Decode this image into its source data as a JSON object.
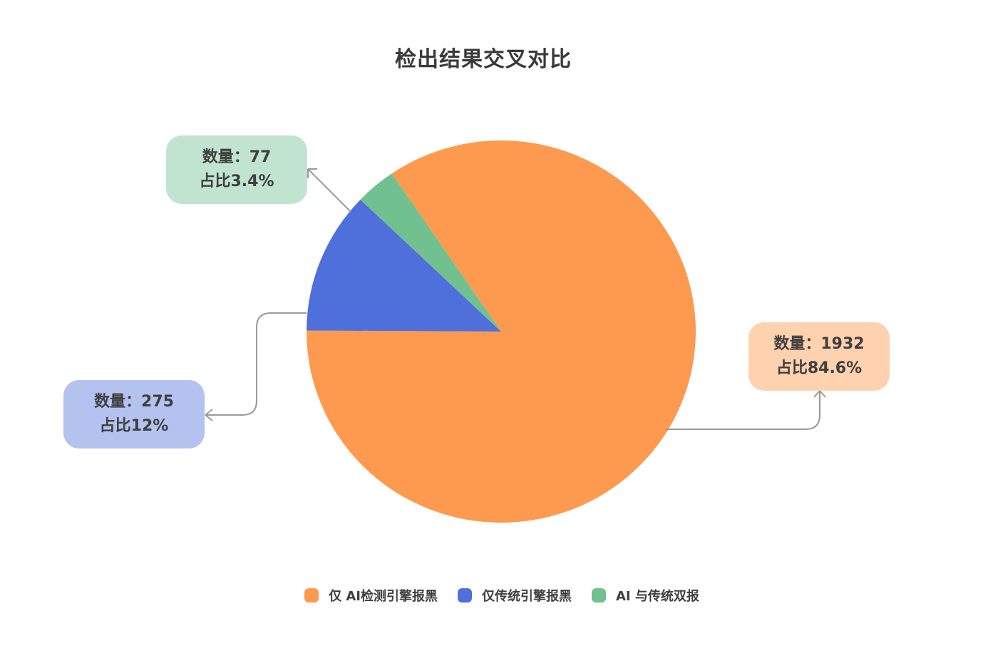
{
  "chart_data": {
    "type": "pie",
    "title": "检出结果交叉对比",
    "slices": [
      {
        "name": "仅 AI检测引擎报黑",
        "value": 1932,
        "percent_label": "84.6%",
        "color": "#fd9a4f",
        "callout_color": "#fed1af",
        "callout": {
          "count_line": "数量：1932",
          "ratio_line": "占比84.6%"
        }
      },
      {
        "name": "仅传统引擎报黑",
        "value": 275,
        "percent_label": "12%",
        "color": "#4f6fdb",
        "callout_color": "#b4c2ef",
        "callout": {
          "count_line": "数量：275",
          "ratio_line": "占比12%"
        }
      },
      {
        "name": "AI 与传统双报",
        "value": 77,
        "percent_label": "3.4%",
        "color": "#70c18f",
        "callout_color": "#c0e4d0",
        "callout": {
          "count_line": "数量：77",
          "ratio_line": "占比3.4%"
        }
      }
    ],
    "legend_position": "bottom"
  }
}
